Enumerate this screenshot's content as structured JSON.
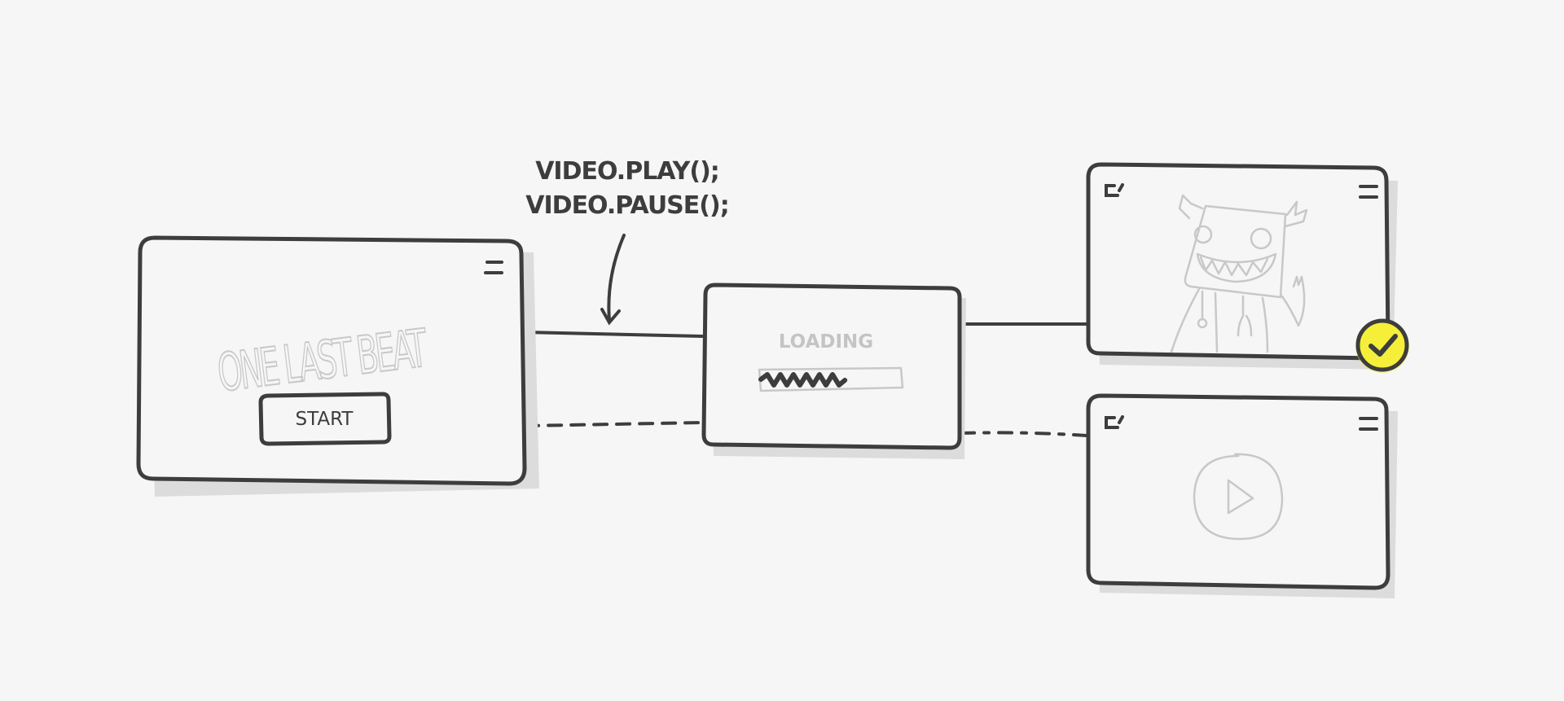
{
  "annotation": {
    "line1": "VIDEO.PLAY();",
    "line2": "VIDEO.PAUSE();"
  },
  "screens": {
    "intro": {
      "title": "ONE LAST BEAT",
      "start_label": "START",
      "menu_icon": "hamburger-menu-icon"
    },
    "loading": {
      "label": "LOADING",
      "progress_fraction": 0.6
    },
    "video_playing": {
      "illustration": "monster-illustration",
      "back_icon": "back-icon",
      "menu_icon": "hamburger-menu-icon",
      "status_icon": "checkmark-icon"
    },
    "video_paused": {
      "play_icon": "play-icon",
      "back_icon": "back-icon",
      "menu_icon": "hamburger-menu-icon"
    }
  },
  "colors": {
    "ink": "#3d3d3d",
    "faint": "#c8c8c8",
    "highlight": "#f5ef3a",
    "background": "#f6f6f6"
  }
}
